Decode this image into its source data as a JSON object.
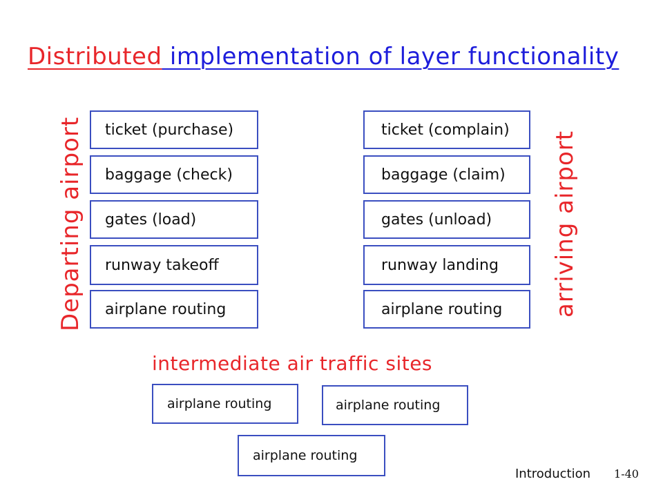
{
  "title": {
    "part1": "Distributed",
    "part2": " implementation of layer functionality"
  },
  "departing": {
    "label": "Departing airport",
    "layers": [
      "ticket (purchase)",
      "baggage (check)",
      "gates (load)",
      "runway takeoff",
      "airplane routing"
    ]
  },
  "arriving": {
    "label": "arriving airport",
    "layers": [
      "ticket (complain)",
      "baggage (claim)",
      "gates (unload)",
      "runway landing",
      "airplane routing"
    ]
  },
  "intermediate": {
    "label": "intermediate air traffic sites",
    "boxes": [
      "airplane routing",
      "airplane routing",
      "airplane routing"
    ]
  },
  "footer": {
    "section": "Introduction",
    "page": "1-40"
  },
  "colors": {
    "accent_red": "#e8262a",
    "title_blue": "#1d1ddb",
    "box_border": "#3a4ec0"
  }
}
